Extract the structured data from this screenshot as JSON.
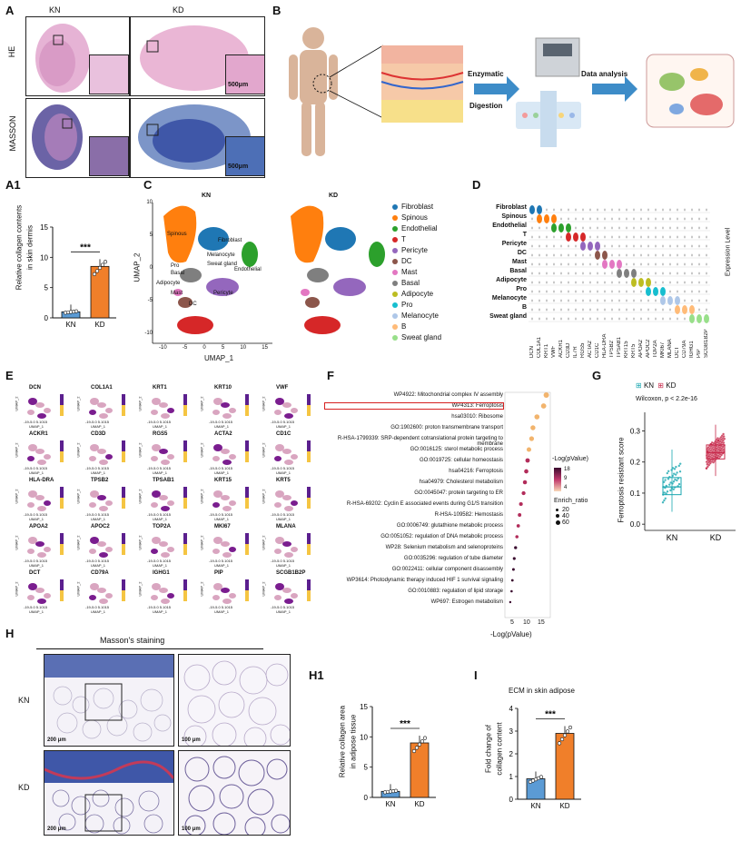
{
  "panels": {
    "A": "A",
    "B": "B",
    "A1": "A1",
    "C": "C",
    "D": "D",
    "E": "E",
    "F": "F",
    "G": "G",
    "H": "H",
    "H1": "H1",
    "I": "I"
  },
  "panelA": {
    "col_kn": "KN",
    "col_kd": "KD",
    "row_he": "HE",
    "row_masson": "MASSON",
    "scale": "500μm"
  },
  "panelB": {
    "step1_line1": "Enzymatic",
    "step1_line2": "Digestion",
    "step2": "Data analysis"
  },
  "panelA1": {
    "ylabel_line1": "Relative collagen contents",
    "ylabel_line2": "in skin dermis",
    "significance": "***",
    "yticks": [
      "0",
      "5",
      "10",
      "15"
    ]
  },
  "panelC": {
    "title_kn": "KN",
    "title_kd": "KD",
    "xlabel": "UMAP_1",
    "ylabel": "UMAP_2",
    "xticks": [
      "-10",
      "-5",
      "0",
      "5",
      "10",
      "15"
    ],
    "yticks": [
      "10",
      "5",
      "0",
      "-5",
      "-10"
    ],
    "cluster_labels": [
      "Spinous",
      "Fibroblast",
      "Endothelial",
      "Melanocyte",
      "Sweat gland",
      "Basal",
      "Adipocyte",
      "Mast",
      "Pericyte",
      "Pro",
      "DC"
    ],
    "legend": [
      {
        "name": "Fibroblast",
        "color": "#1f77b4"
      },
      {
        "name": "Spinous",
        "color": "#ff7f0e"
      },
      {
        "name": "Endothelial",
        "color": "#2ca02c"
      },
      {
        "name": "T",
        "color": "#d62728"
      },
      {
        "name": "Pericyte",
        "color": "#9467bd"
      },
      {
        "name": "DC",
        "color": "#8c564b"
      },
      {
        "name": "Mast",
        "color": "#e377c2"
      },
      {
        "name": "Basal",
        "color": "#7f7f7f"
      },
      {
        "name": "Adipocyte",
        "color": "#bcbd22"
      },
      {
        "name": "Pro",
        "color": "#17becf"
      },
      {
        "name": "Melanocyte",
        "color": "#aec7e8"
      },
      {
        "name": "B",
        "color": "#ffbb78"
      },
      {
        "name": "Sweat gland",
        "color": "#98df8a"
      }
    ]
  },
  "panelD": {
    "rows": [
      "Fibroblast",
      "Spinous",
      "Endothelial",
      "T",
      "Pericyte",
      "DC",
      "Mast",
      "Basal",
      "Adipocyte",
      "Pro",
      "Melanocyte",
      "B",
      "Sweat gland"
    ],
    "genes": [
      "DCN",
      "COL1A1",
      "KRT1",
      "VWF",
      "ACKR1",
      "CD3D",
      "IL7R",
      "RGS5",
      "ACTA2",
      "CD1C",
      "HLA-DRA",
      "TPSB2",
      "TPSAB1",
      "KRT15",
      "KRT5",
      "APOA2",
      "APOC2",
      "TOP2A",
      "MKI67",
      "MLANA",
      "DCT",
      "CD79A",
      "IGHG1",
      "PIP",
      "SCGB1B2P"
    ],
    "right_label": "Expression Level"
  },
  "panelE": {
    "genes": [
      "DCN",
      "COL1A1",
      "KRT1",
      "KRT10",
      "VWF",
      "ACKR1",
      "CD3D",
      "RGS5",
      "ACTA2",
      "CD1C",
      "HLA-DRA",
      "TPSB2",
      "TPSAB1",
      "KRT15",
      "KRT5",
      "APOA2",
      "APOC2",
      "TOP2A",
      "MKI67",
      "MLANA",
      "DCT",
      "CD79A",
      "IGHG1",
      "PIP",
      "SCGB1B2P"
    ],
    "axis_x": "UMAP_1",
    "axis_y": "UMAP_2",
    "ticks": "-19-5.0 5.1015"
  },
  "panelF": {
    "xlabel": "-Log(pValue)",
    "xticks": [
      "5",
      "10",
      "15"
    ],
    "terms": [
      "WP4922: Mitochondrial complex IV assembly",
      "WP4313: Ferroptosis",
      "hsa03010: Ribosome",
      "GO:1902600: proton transmembrane transport",
      "R-HSA-1799339: SRP-dependent cotranslational protein targeting to membrane",
      "GO:0016125: sterol metabolic process",
      "GO:0019725: cellular homeostasis",
      "hsa04216: Ferroptosis",
      "hsa04979: Cholesterol metabolism",
      "GO:0045047: protein targeting to ER",
      "R-HSA-69202: Cyclin E associated events during G1/S transition",
      "R-HSA-109582: Hemostasis",
      "GO:0006749: glutathione metabolic process",
      "GO:0051052: regulation of DNA metabolic process",
      "WP28: Selenium metabolism and selenoproteins",
      "GO:0035296: regulation of tube diameter",
      "GO:0022411: cellular component disassembly",
      "WP3614: Photodynamic therapy induced HIF 1 survival signaling",
      "GO:0010883: regulation of lipid storage",
      "WP697: Estrogen metabolism"
    ],
    "legend_color_title": "-Log(pValue)",
    "legend_color_ticks": [
      "18",
      "9",
      "4"
    ],
    "legend_size_title": "Enrich_ratio",
    "legend_size_values": [
      "20",
      "40",
      "60"
    ]
  },
  "panelG": {
    "legend_kn": "KN",
    "legend_kd": "KD",
    "stat": "Wilcoxon, p < 2.2e-16",
    "ylabel": "Ferroptosis resistant score",
    "yticks": [
      "0.0",
      "0.1",
      "0.2",
      "0.3"
    ],
    "categories": [
      "KN",
      "KD"
    ]
  },
  "panelH": {
    "title": "Masson's staining",
    "row_kn": "KN",
    "row_kd": "KD",
    "scale_big": "200 μm",
    "scale_small": "100 μm"
  },
  "panelH1": {
    "ylabel_line1": "Relative collagen area",
    "ylabel_line2": "in adipose tissue",
    "significance": "***",
    "yticks": [
      "0",
      "5",
      "10",
      "15"
    ]
  },
  "panelI": {
    "title": "ECM in skin adipose",
    "ylabel_line1": "Fold change of",
    "ylabel_line2": "collagen content",
    "significance": "***",
    "yticks": [
      "0",
      "1",
      "2",
      "3",
      "4"
    ]
  },
  "colors": {
    "kn_bar": "#5b9bd5",
    "kd_bar": "#f07f2a",
    "kn_box": "#1aa7b0",
    "kd_box": "#c7284a",
    "highlight": "#d62020",
    "masson_blue": "#3f57a8",
    "he_pink": "#e9b6d6"
  },
  "chart_data": [
    {
      "type": "bar",
      "panel": "A1",
      "categories": [
        "KN",
        "KD"
      ],
      "values": [
        1.0,
        8.5
      ],
      "ylim": [
        0,
        15
      ],
      "ylabel": "Relative collagen contents in skin dermis"
    },
    {
      "type": "scatter",
      "panel": "F",
      "xlabel": "-Log(pValue)",
      "categories": [
        "WP4922",
        "WP4313",
        "hsa03010",
        "GO:1902600",
        "R-HSA-1799339",
        "GO:0016125",
        "GO:0019725",
        "hsa04216",
        "hsa04979",
        "GO:0045047",
        "R-HSA-69202",
        "R-HSA-109582",
        "GO:0006749",
        "GO:0051052",
        "WP28",
        "GO:0035296",
        "GO:0022411",
        "WP3614",
        "GO:0010883",
        "WP697"
      ],
      "x": [
        17.5,
        16.5,
        14.0,
        12.5,
        12.0,
        11.0,
        10.5,
        10.0,
        9.5,
        9.0,
        8.0,
        7.5,
        7.0,
        6.5,
        6.0,
        5.5,
        5.2,
        4.8,
        4.5,
        4.0
      ]
    },
    {
      "type": "box",
      "panel": "G",
      "categories": [
        "KN",
        "KD"
      ],
      "median": [
        0.12,
        0.23
      ],
      "q1": [
        0.095,
        0.21
      ],
      "q3": [
        0.15,
        0.255
      ],
      "whisker_low": [
        0.04,
        0.155
      ],
      "whisker_high": [
        0.24,
        0.32
      ],
      "ylim": [
        -0.02,
        0.36
      ]
    },
    {
      "type": "bar",
      "panel": "H1",
      "categories": [
        "KN",
        "KD"
      ],
      "values": [
        1.0,
        9.0
      ],
      "ylim": [
        0,
        15
      ],
      "ylabel": "Relative collagen area in adipose tissue"
    },
    {
      "type": "bar",
      "panel": "I",
      "categories": [
        "KN",
        "KD"
      ],
      "values": [
        0.9,
        2.9
      ],
      "ylim": [
        0,
        4
      ],
      "ylabel": "Fold change of collagen content"
    }
  ]
}
